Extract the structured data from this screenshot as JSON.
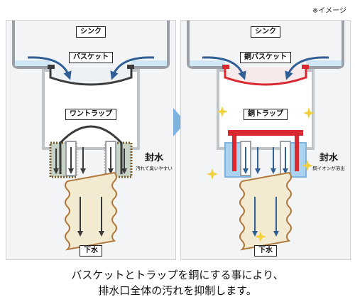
{
  "note": "※イメージ",
  "left": {
    "sink": "シンク",
    "basket": "バスケット",
    "trap": "ワントラップ",
    "seal": "封水",
    "seal_note": "汚れて臭いやすい",
    "drain": "下水"
  },
  "right": {
    "sink": "シンク",
    "basket": "銅バスケット",
    "trap": "銅トラップ",
    "seal": "封水",
    "seal_note": "銅イオンが溶出",
    "drain": "下水"
  },
  "caption": {
    "line1": "バスケットとトラップを銅にする事により、",
    "line2": "排水口全体の汚れを抑制します。"
  },
  "colors": {
    "copper": "#d9282f",
    "water": "#a9d3ee",
    "dirty_water": "#c7d3c6",
    "arrow": "#2f5f95",
    "pipe": "#bfc4c8",
    "sparkle": "#f1d23b"
  }
}
